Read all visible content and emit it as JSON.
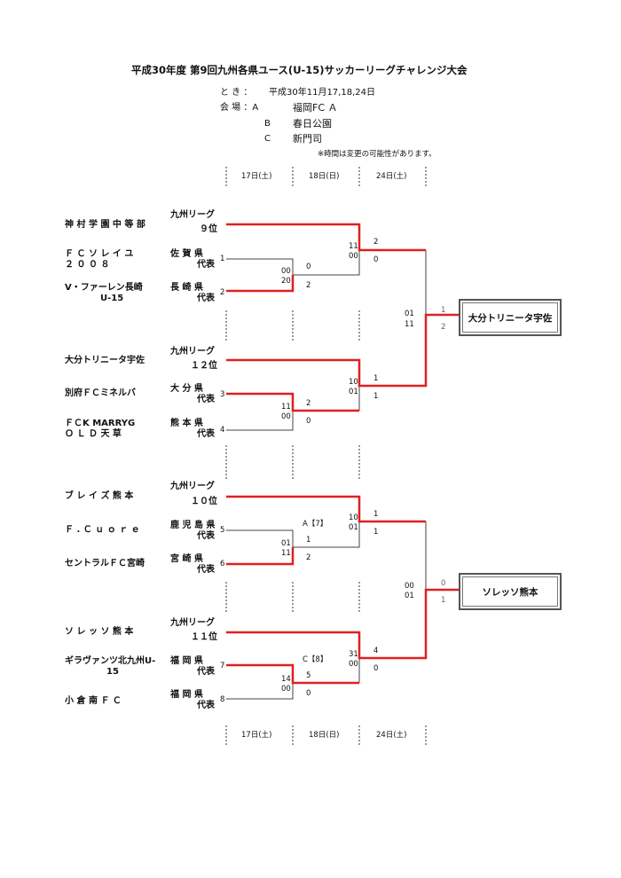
{
  "header": {
    "title": "平成30年度 第9回九州各県ユース(U-15)サッカーリーグチャレンジ大会",
    "date_label": "と き ：",
    "date_value": "平成30年11月17,18,24日",
    "venue_label": "会 場 ：A",
    "venues": [
      {
        "code": "A",
        "name": "福岡FC Ａ"
      },
      {
        "code": "B",
        "name": "春日公園"
      },
      {
        "code": "C",
        "name": "新門司"
      }
    ],
    "note": "※時間は変更の可能性があります。"
  },
  "days": [
    "17日(土)",
    "18日(日)",
    "24日(土)"
  ],
  "entries": [
    {
      "team": "神 村 学 園 中 等 部",
      "team2": "",
      "seed1": "九州リーグ",
      "seed2": "９位",
      "num": ""
    },
    {
      "team": "Ｆ Ｃ ソ レ イ ユ",
      "team2": "２ ０ ０ ８",
      "seed1": "佐 賀 県",
      "seed2": "代表",
      "num": "1"
    },
    {
      "team": "V・ファーレン長崎",
      "team2": "U-15",
      "seed1": "長 崎 県",
      "seed2": "代表",
      "num": "2"
    },
    {
      "team": "大分トリニータ宇佐",
      "team2": "",
      "seed1": "九州リーグ",
      "seed2": "１２位",
      "num": ""
    },
    {
      "team": "別府ＦＣミネルバ",
      "team2": "",
      "seed1": "大 分 県",
      "seed2": "代表",
      "num": "3"
    },
    {
      "team": "ＦＣK MARRYG",
      "team2": "Ｏ Ｌ Ｄ 天 草",
      "seed1": "熊 本 県",
      "seed2": "代表",
      "num": "4"
    },
    {
      "team": "ブ レ イ ズ 熊 本",
      "team2": "",
      "seed1": "九州リーグ",
      "seed2": "１０位",
      "num": ""
    },
    {
      "team": "Ｆ . Ｃ ｕ ｏ ｒ ｅ",
      "team2": "",
      "seed1": "鹿 児 島 県",
      "seed2": "代表",
      "num": "5"
    },
    {
      "team": "セントラルＦＣ宮崎",
      "team2": "",
      "seed1": "宮 崎 県",
      "seed2": "代表",
      "num": "6"
    },
    {
      "team": "ソ レ ッ ソ 熊 本",
      "team2": "",
      "seed1": "九州リーグ",
      "seed2": "１１位",
      "num": ""
    },
    {
      "team": "ギラヴァンツ北九州U-",
      "team2": "15",
      "seed1": "福 岡 県",
      "seed2": "代表",
      "num": "7"
    },
    {
      "team": "小 倉 南 Ｆ Ｃ",
      "team2": "",
      "seed1": "福 岡 県",
      "seed2": "代表",
      "num": "8"
    }
  ],
  "scores": {
    "r1_1": {
      "top": "00",
      "bottom": "20",
      "s_top": "0",
      "s_bottom": "2"
    },
    "r1_2": {
      "top": "11",
      "bottom": "00",
      "s_top": "2",
      "s_bottom": "0"
    },
    "r1_3": {
      "top": "01",
      "bottom": "11",
      "s_top": "1",
      "s_bottom": "2",
      "venue": "A【7】"
    },
    "r1_4": {
      "top": "14",
      "bottom": "00",
      "s_top": "5",
      "s_bottom": "0",
      "venue": "C【8】"
    },
    "r2_1": {
      "top": "11",
      "bottom": "00",
      "s_top": "2",
      "s_bottom": "0"
    },
    "r2_2": {
      "top": "10",
      "bottom": "01",
      "s_top": "1",
      "s_bottom": "1"
    },
    "r2_3": {
      "top": "10",
      "bottom": "01",
      "s_top": "1",
      "s_bottom": "1"
    },
    "r2_4": {
      "top": "31",
      "bottom": "00",
      "s_top": "4",
      "s_bottom": "0"
    },
    "f_1": {
      "top": "01",
      "bottom": "11",
      "s_top": "1",
      "s_bottom": "2"
    },
    "f_2": {
      "top": "00",
      "bottom": "01",
      "s_top": "0",
      "s_bottom": "1"
    }
  },
  "winners": [
    "大分トリニータ宇佐",
    "ソレッソ熊本"
  ],
  "colors": {
    "win_line": "#e02020",
    "line": "#444444"
  }
}
